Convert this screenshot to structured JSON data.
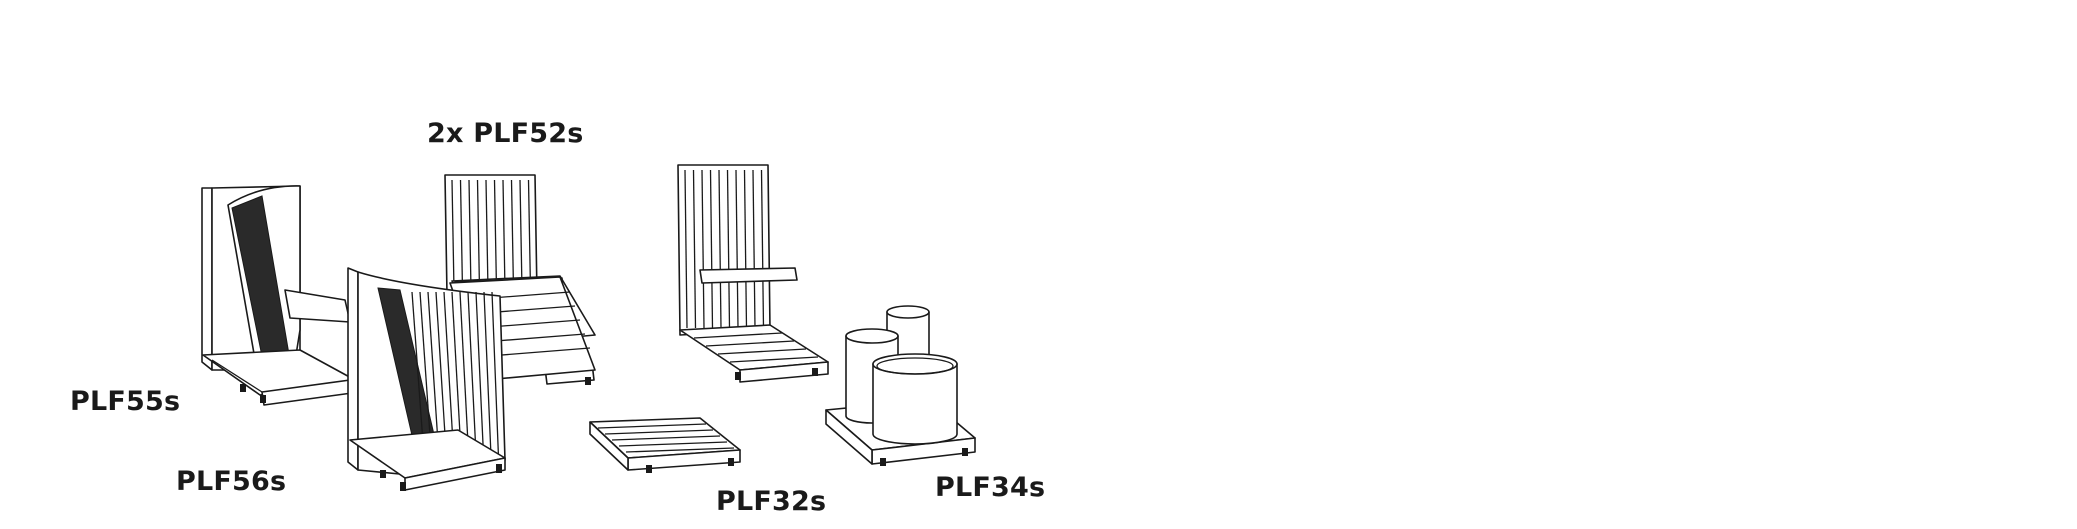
{
  "labels": {
    "plf52s": "2x PLF52s",
    "plf55s": "PLF55s",
    "plf56s": "PLF56s",
    "plf32s": "PLF32s",
    "plf34s": "PLF34s"
  },
  "colors": {
    "line": "#1a1a1a",
    "background": "#ffffff"
  }
}
